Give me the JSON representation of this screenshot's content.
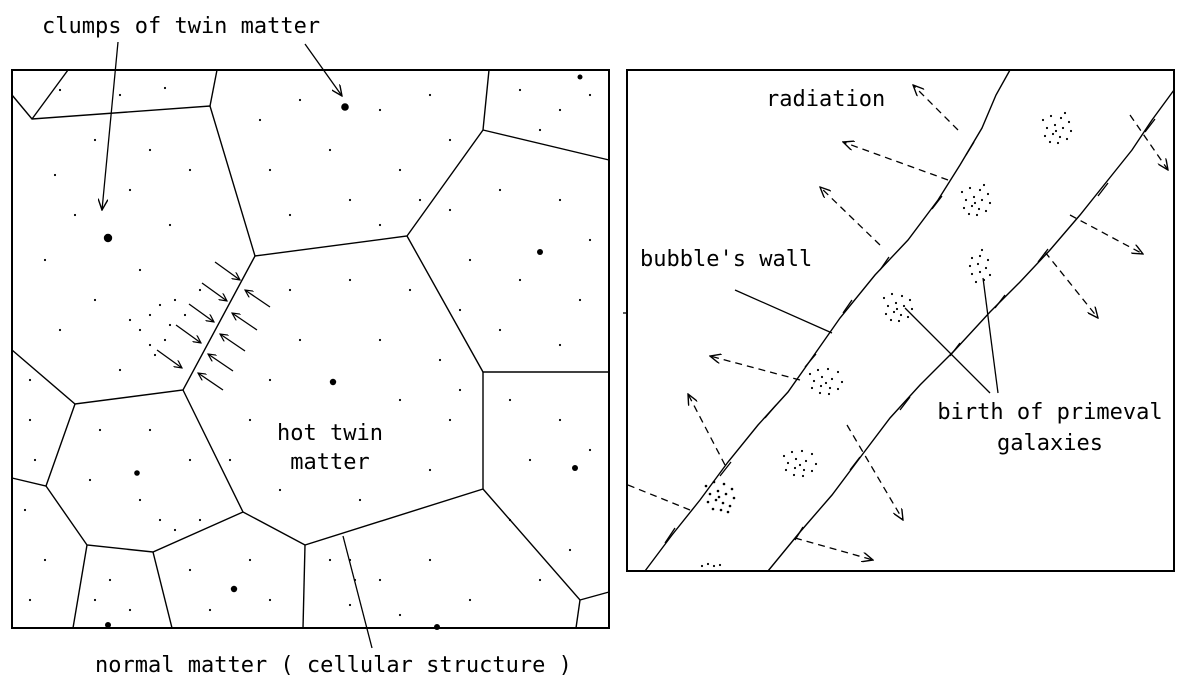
{
  "left_panel": {
    "clumps_label": "clumps of  twin matter",
    "hot_label_line1": "hot twin",
    "hot_label_line2": "matter",
    "normal_label": "normal matter ( cellular structure )"
  },
  "right_panel": {
    "radiation_label": "radiation",
    "wall_label": "bubble's wall",
    "galaxies_label_line1": "birth of primeval",
    "galaxies_label_line2": "galaxies"
  },
  "colors": {
    "ink": "#000000",
    "background": "#ffffff"
  }
}
